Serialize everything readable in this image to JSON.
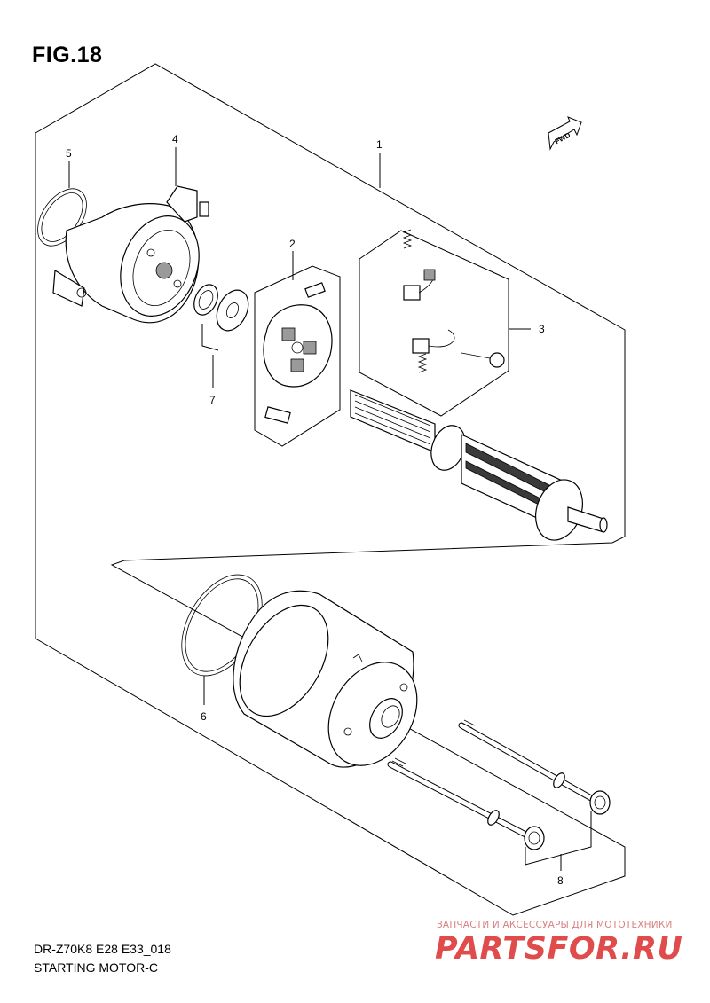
{
  "figure": {
    "title": "FIG.18"
  },
  "footer": {
    "code": "DR-Z70K8 E28 E33_018",
    "name": "STARTING MOTOR-C"
  },
  "fwd_arrow": {
    "label": "FWD"
  },
  "callouts": [
    {
      "ref": "1"
    },
    {
      "ref": "2"
    },
    {
      "ref": "3"
    },
    {
      "ref": "4"
    },
    {
      "ref": "5"
    },
    {
      "ref": "6"
    },
    {
      "ref": "7"
    },
    {
      "ref": "8"
    }
  ],
  "watermark": {
    "tagline": "ЗАПЧАСТИ И АКСЕССУАРЫ ДЛЯ МОТОТЕХНИКИ",
    "brand": "PARTSFOR.RU"
  },
  "colors": {
    "watermark_text": "#e04b4b",
    "linework": "#000000",
    "background": "#ffffff"
  }
}
